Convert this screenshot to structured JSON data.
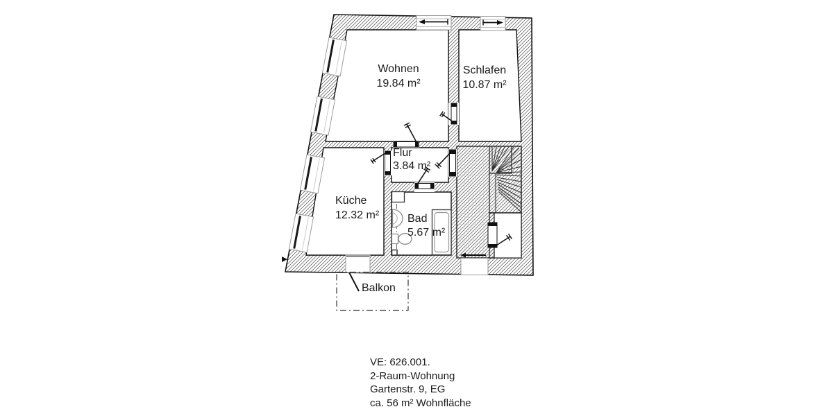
{
  "rooms": [
    {
      "name": "Wohnen",
      "area": "19.84 m²"
    },
    {
      "name": "Schlafen",
      "area": "10.87 m²"
    },
    {
      "name": "Flur",
      "area": "3.84 m²"
    },
    {
      "name": "Küche",
      "area": "12.32 m²"
    },
    {
      "name": "Bad",
      "area": "5.67 m²"
    }
  ],
  "balcony": {
    "label": "Balkon"
  },
  "info": {
    "ve": "VE: 626.001.",
    "type": "2-Raum-Wohnung",
    "address": "Gartenstr. 9, EG",
    "living_area": "ca. 56 m² Wohnfläche"
  },
  "colors": {
    "line": "#111111",
    "hatch": "#555555",
    "grid": "#c8c8c8",
    "frame_gray": "#999999"
  }
}
